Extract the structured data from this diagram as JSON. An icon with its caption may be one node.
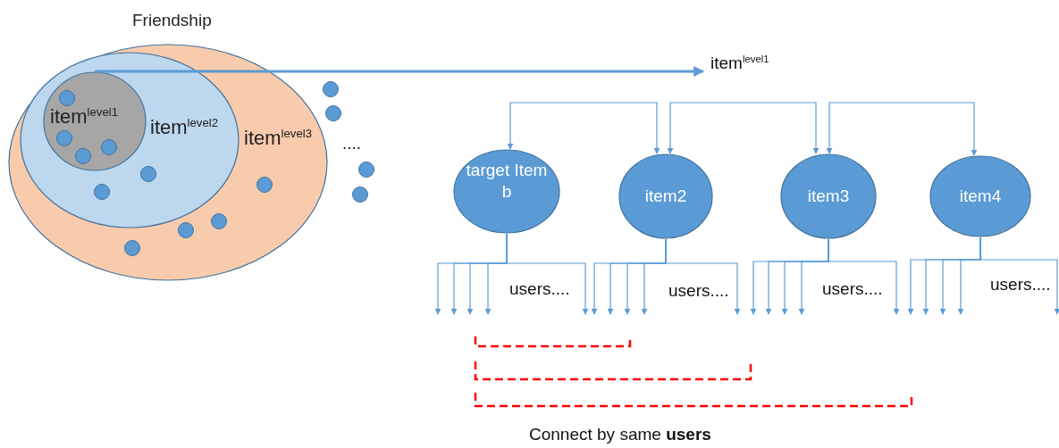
{
  "diagram": {
    "caption": "Connect by same **users**",
    "nodes": [
      {
        "text": [
          "Friendship",
          "item$^{level3}$"
        ]
      },
      {
        "text": [
          "item$^{level2}$"
        ],
        "in": 0
      },
      {
        "text": [
          "item$^{level1}$"
        ],
        "in": 1
      },
      {
        "text": [
          "item$^{level1}$"
        ]
      },
      {
        "text": [
          "target Item b"
        ]
      },
      {
        "text": [
          "item2"
        ]
      },
      {
        "text": [
          "item3"
        ]
      },
      {
        "text": [
          "item4"
        ]
      }
    ],
    "edges": [
      {
        "from": 2,
        "to": 3,
        "arrow": "to",
        "style": "thick"
      },
      {
        "from": 4,
        "to": 5,
        "arrow": "both"
      },
      {
        "from": 5,
        "to": 6,
        "arrow": "both"
      },
      {
        "from": 6,
        "to": 7,
        "arrow": "both"
      },
      {
        "from": 4,
        "to": null,
        "arrow": "to"
      },
      {
        "from": 4,
        "to": null,
        "arrow": "to"
      },
      {
        "from": 4,
        "to": null,
        "arrow": "to"
      },
      {
        "from": 4,
        "to": null,
        "arrow": "to"
      },
      {
        "from": 4,
        "to": null,
        "arrow": "to"
      },
      {
        "from": 5,
        "to": null,
        "arrow": "to"
      },
      {
        "from": 5,
        "to": null,
        "arrow": "to"
      },
      {
        "from": 5,
        "to": null,
        "arrow": "to"
      },
      {
        "from": 5,
        "to": null,
        "arrow": "to"
      },
      {
        "from": 5,
        "to": null,
        "arrow": "to"
      },
      {
        "from": 6,
        "to": null,
        "arrow": "to"
      },
      {
        "from": 6,
        "to": null,
        "arrow": "to"
      },
      {
        "from": 6,
        "to": null,
        "arrow": "to"
      },
      {
        "from": 6,
        "to": null,
        "arrow": "to"
      },
      {
        "from": 6,
        "to": null,
        "arrow": "to"
      },
      {
        "from": 7,
        "to": null,
        "arrow": "to"
      },
      {
        "from": 7,
        "to": null,
        "arrow": "to"
      },
      {
        "from": 7,
        "to": null,
        "arrow": "to"
      },
      {
        "from": 7,
        "to": null,
        "arrow": "to"
      },
      {
        "from": 7,
        "to": null,
        "arrow": "to"
      }
    ],
    "labels": [
      "....",
      "users....",
      "users....",
      "users....",
      "users...."
    ]
  }
}
